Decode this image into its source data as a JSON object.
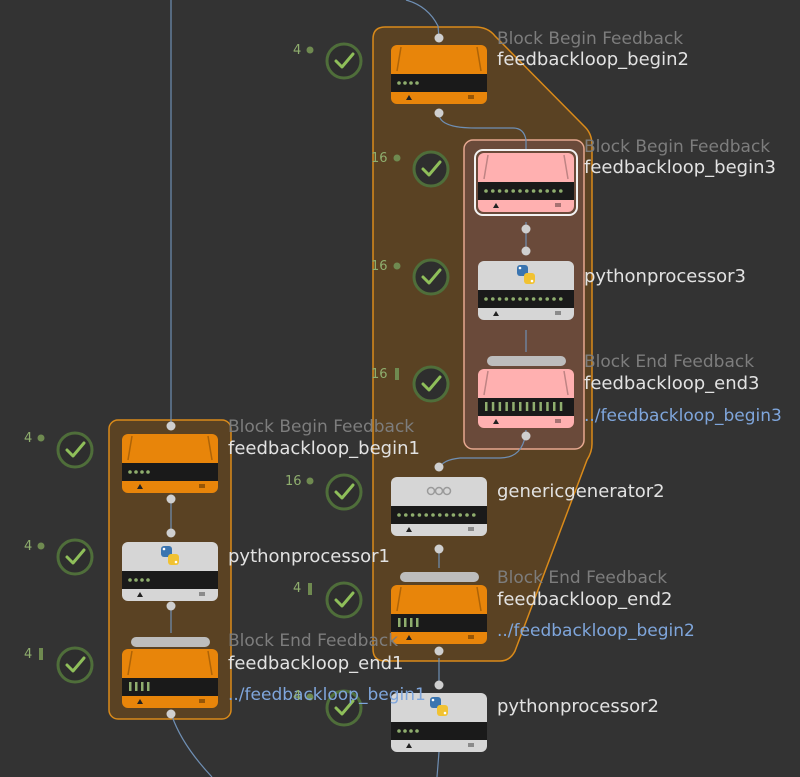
{
  "nodes": {
    "fb_begin2": {
      "type_label": "Block Begin Feedback",
      "name": "feedbackloop_begin2",
      "count": "4"
    },
    "fb_begin3": {
      "type_label": "Block Begin Feedback",
      "name": "feedbackloop_begin3",
      "count": "16"
    },
    "python3": {
      "name": "pythonprocessor3",
      "count": "16"
    },
    "fb_end3": {
      "type_label": "Block End Feedback",
      "name": "feedbackloop_end3",
      "ref": "../feedbackloop_begin3",
      "count": "16"
    },
    "generic2": {
      "name": "genericgenerator2",
      "count": "16"
    },
    "fb_end2": {
      "type_label": "Block End Feedback",
      "name": "feedbackloop_end2",
      "ref": "../feedbackloop_begin2",
      "count": "4"
    },
    "python2": {
      "name": "pythonprocessor2",
      "count": "4"
    },
    "fb_begin1": {
      "type_label": "Block Begin Feedback",
      "name": "feedbackloop_begin1",
      "count": "4"
    },
    "python1": {
      "name": "pythonprocessor1",
      "count": "4"
    },
    "fb_end1": {
      "type_label": "Block End Feedback",
      "name": "feedbackloop_end1",
      "ref": "../feedbackloop_begin1",
      "count": "4"
    }
  },
  "colors": {
    "background": "#333333",
    "feedback_orange": "#e8850a",
    "feedback_pink": "#ffb0b0",
    "processor_gray": "#d6d6d6",
    "block_outer_fill": "#5a4223",
    "block_outer_border": "#d98a1a",
    "block_inner_fill": "#6a4a3a",
    "block_inner_border": "#e6a890",
    "wire": "#6f8fb4",
    "status_green": "#8fbf5a"
  },
  "icons": {
    "status": "checkmark-circle-icon",
    "python": "python-logo-icon",
    "generic": "three-circles-icon"
  }
}
